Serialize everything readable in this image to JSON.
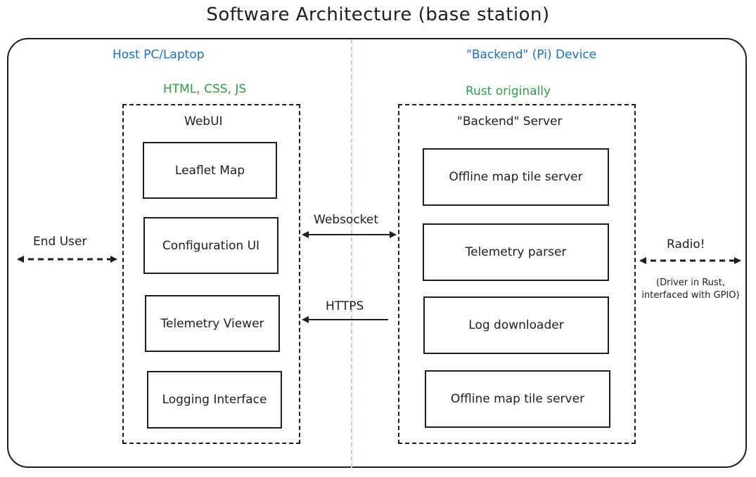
{
  "title": "Software Architecture (base station)",
  "host": {
    "heading": "Host PC/Laptop",
    "tech": "HTML, CSS, JS"
  },
  "device": {
    "heading": "\"Backend\" (Pi) Device",
    "tech": "Rust originally"
  },
  "webui": {
    "title": "WebUI",
    "components": [
      "Leaflet Map",
      "Configuration UI",
      "Telemetry Viewer",
      "Logging Interface"
    ]
  },
  "server": {
    "title": "\"Backend\" Server",
    "components": [
      "Offline map tile server",
      "Telemetry parser",
      "Log downloader",
      "Offline map tile server"
    ]
  },
  "links": {
    "end_user": "End User",
    "websocket": "Websocket",
    "https": "HTTPS",
    "radio": "Radio!",
    "radio_note": "(Driver in Rust, interfaced with GPIO)"
  }
}
